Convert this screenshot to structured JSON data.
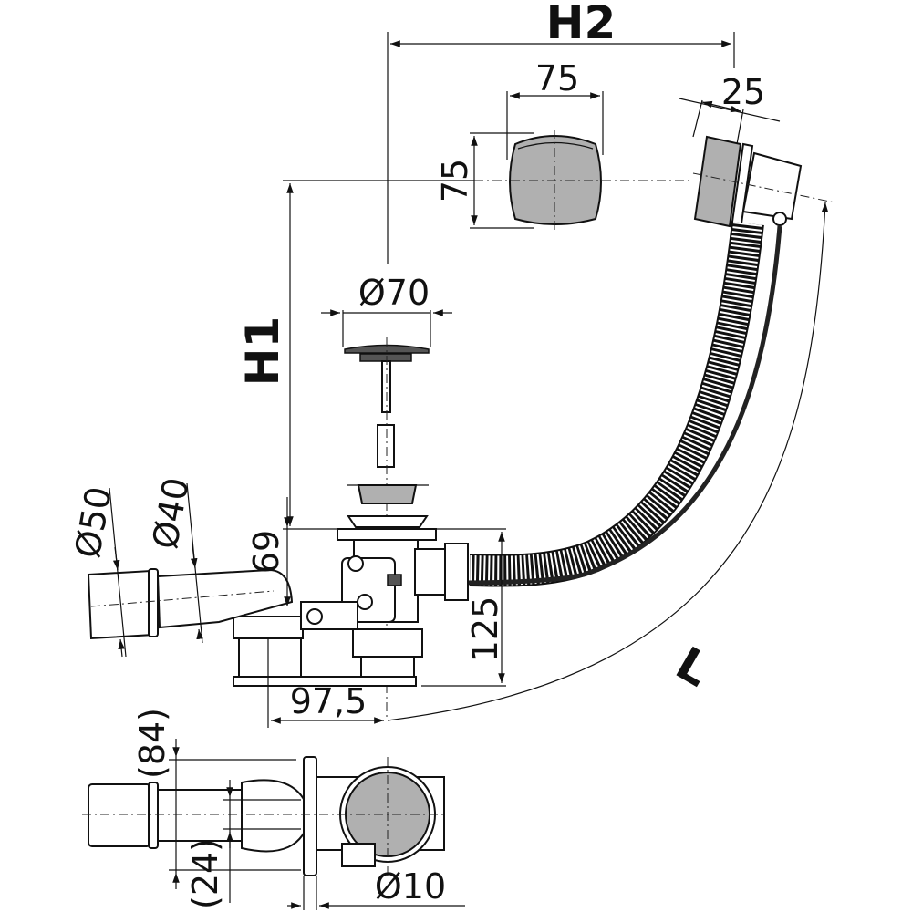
{
  "diagram": {
    "title": "Bath waste and overflow assembly – dimensional drawing",
    "colors": {
      "line": "#111111",
      "part_fill": "#ffffff",
      "cap_fill": "#b0b0b0",
      "dark_fill": "#555555"
    },
    "labels": {
      "h2": "H2",
      "h1": "H1",
      "l": "L",
      "overflow_cap_width": "75",
      "overflow_cap_height": "75",
      "overflow_depth": "25",
      "plug_diameter": "Ø70",
      "outlet_d50": "Ø50",
      "outlet_d40": "Ø40",
      "outlet_height": "69",
      "trap_height": "125",
      "trap_offset": "97,5",
      "plan_width": "(84)",
      "plan_inner": "(24)",
      "cable_diameter": "Ø10"
    }
  }
}
